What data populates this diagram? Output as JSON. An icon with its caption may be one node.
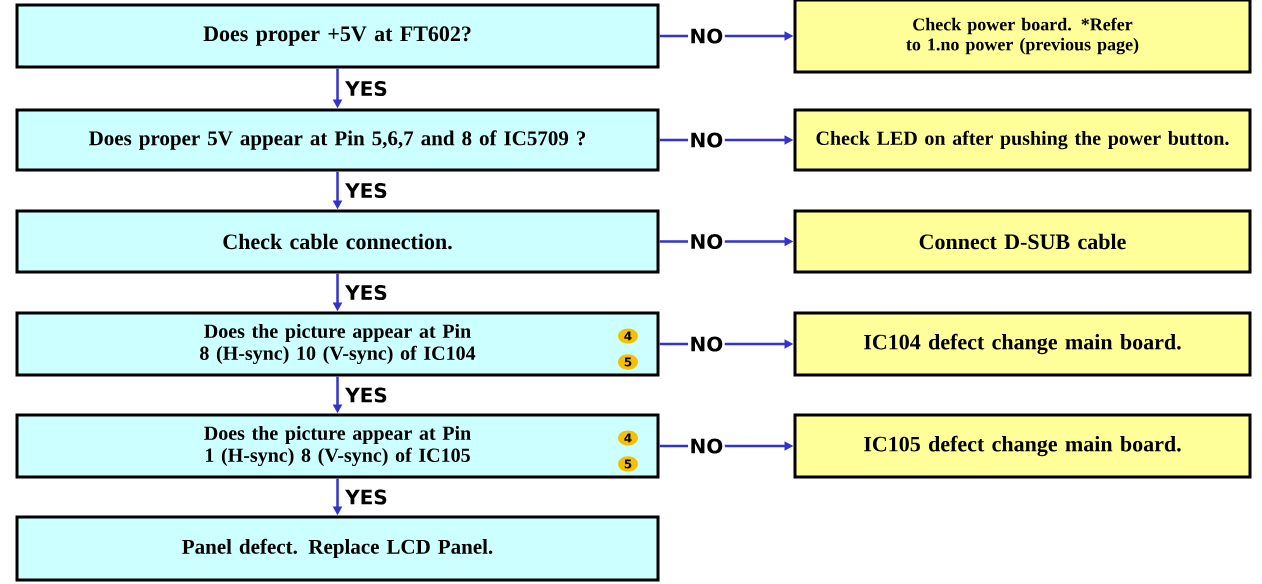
{
  "diagram": {
    "nodes": [
      {
        "text": [
          "Does proper +5V at FT602?"
        ]
      },
      {
        "text": [
          "Does proper 5V appear at Pin 5,6,7 and 8 of IC5709 ?"
        ]
      },
      {
        "text": [
          "Check cable connection."
        ]
      },
      {
        "text": [
          "Does the picture appear at Pin 8 (H-sync) 10 (V-sync) of IC104"
        ]
      },
      {
        "text": [
          "Does the picture appear at Pin 1 (H-sync) 8 (V-sync) of IC105"
        ]
      },
      {
        "text": [
          "Panel defect. Replace LCD Panel."
        ]
      },
      {
        "text": [
          "Check power board. *Refer to 1.no power (previous page)"
        ]
      },
      {
        "text": [
          "Check LED on after pushing the power button."
        ]
      },
      {
        "text": [
          "Connect D-SUB cable"
        ]
      },
      {
        "text": [
          "IC104 defect change main board."
        ]
      },
      {
        "text": [
          "IC105 defect change main board."
        ]
      }
    ],
    "edges": [
      {
        "from": 0,
        "to": 1,
        "arrow": "to",
        "label": "YES"
      },
      {
        "from": 1,
        "to": 2,
        "arrow": "to",
        "label": "YES"
      },
      {
        "from": 2,
        "to": 3,
        "arrow": "to",
        "label": "YES"
      },
      {
        "from": 3,
        "to": 4,
        "arrow": "to",
        "label": "YES"
      },
      {
        "from": 4,
        "to": 5,
        "arrow": "to",
        "label": "YES"
      },
      {
        "from": 0,
        "to": 6,
        "arrow": "to",
        "label": "NO"
      },
      {
        "from": 1,
        "to": 7,
        "arrow": "to",
        "label": "NO"
      },
      {
        "from": 2,
        "to": 8,
        "arrow": "to",
        "label": "NO"
      },
      {
        "from": 3,
        "to": 9,
        "arrow": "to",
        "label": "NO"
      },
      {
        "from": 4,
        "to": 10,
        "arrow": "to",
        "label": "NO"
      }
    ],
    "labels": [
      "4",
      "5",
      "4",
      "5"
    ]
  }
}
